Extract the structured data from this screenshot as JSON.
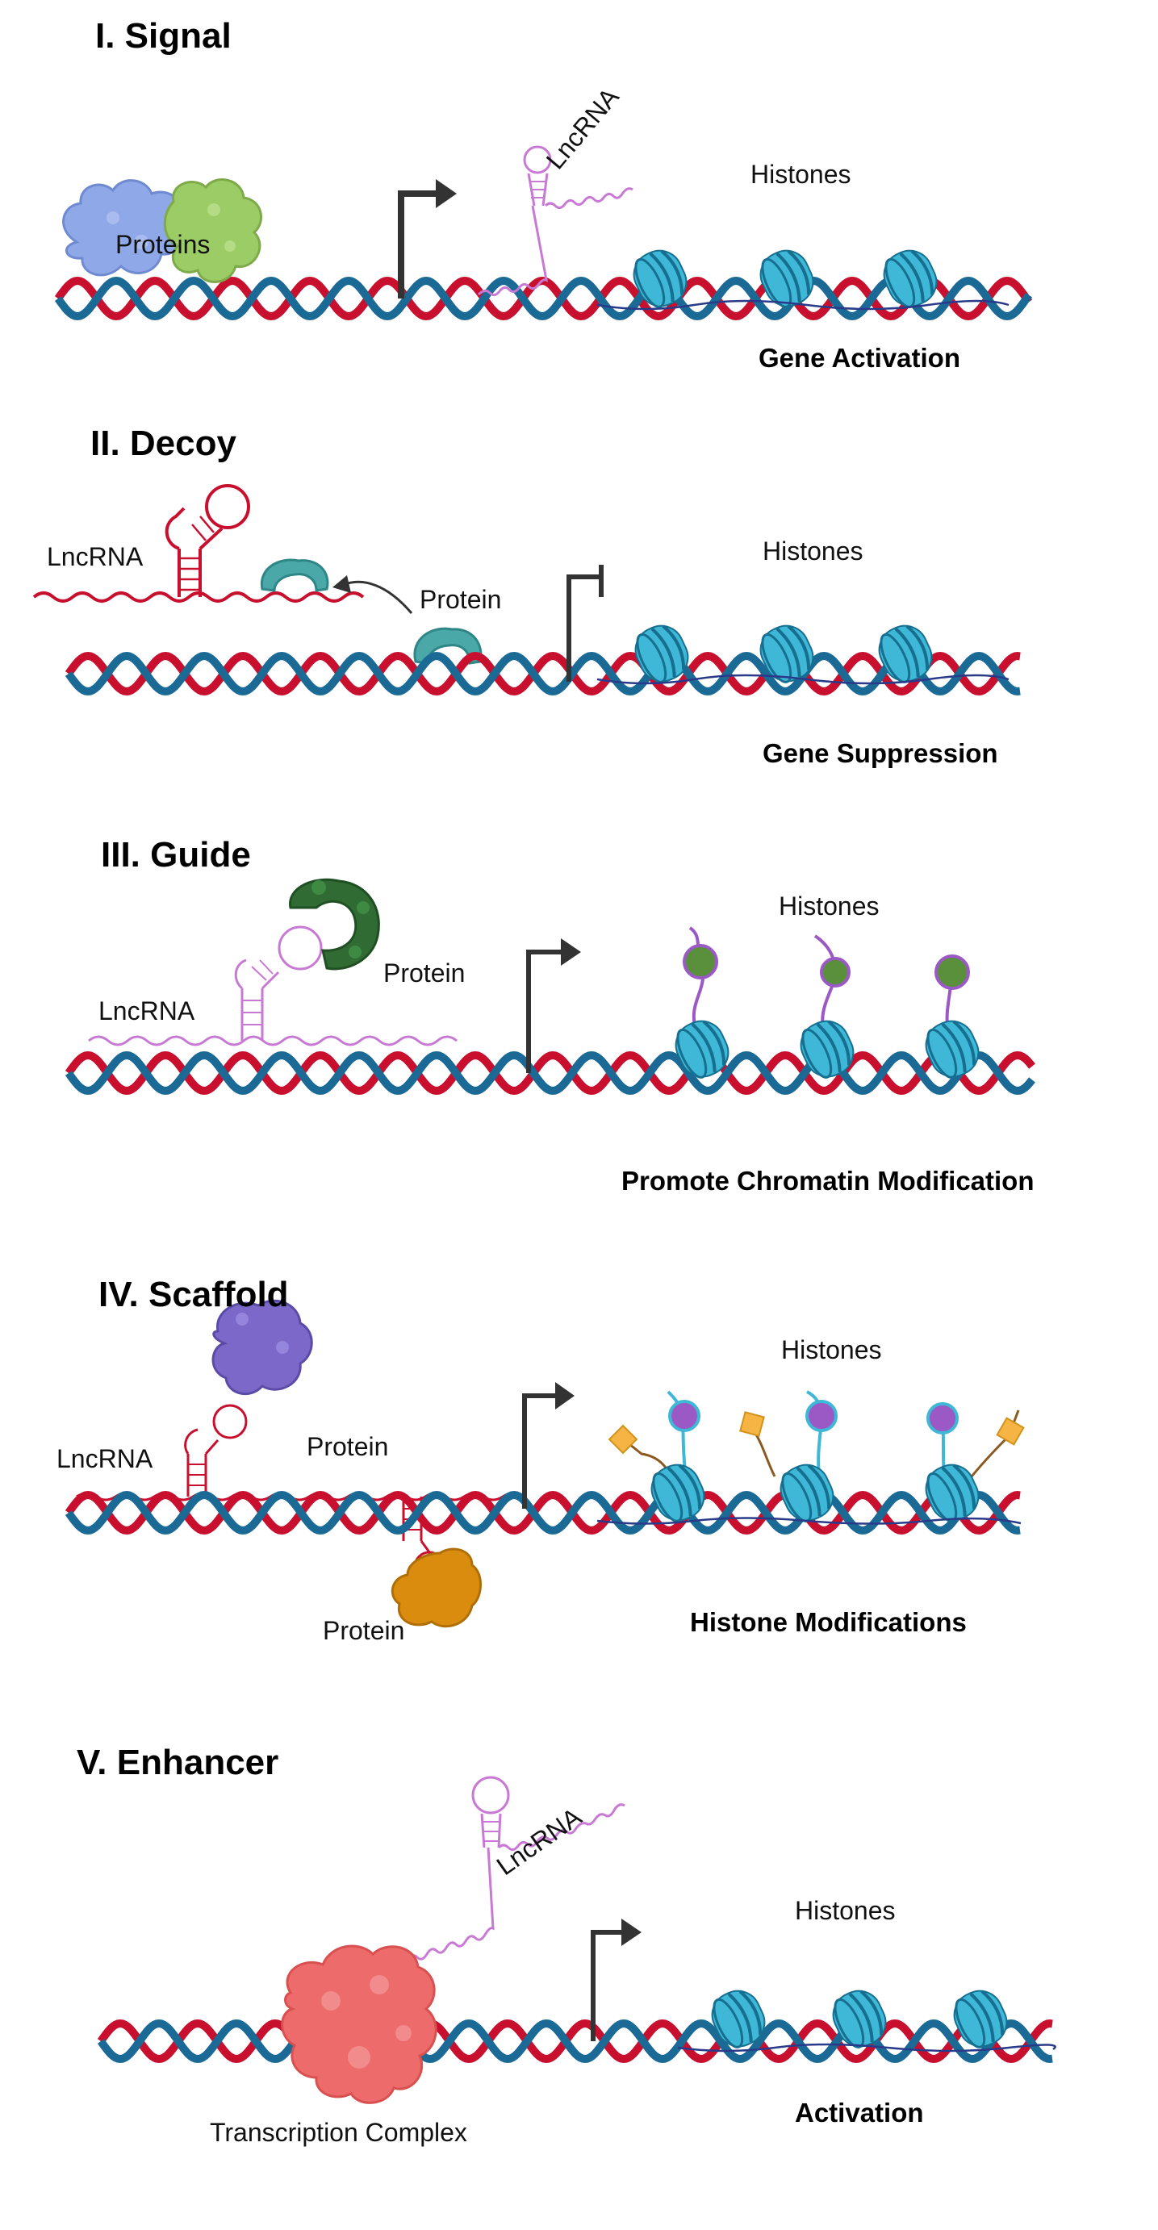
{
  "colors": {
    "dna_strand_a": "#c8102e",
    "dna_strand_b": "#1b6a96",
    "histone": "#3fb7d6",
    "histone_dark": "#166f90",
    "arrow": "#333333",
    "lncrna_signal": "#c879d4",
    "lncrna_decoy": "#c8102e",
    "protein_blue": "#8fa8e8",
    "protein_green": "#9ccc65",
    "protein_teal": "#4aa8a8",
    "protein_darkgreen": "#2f6b32",
    "protein_purple": "#7b68c8",
    "protein_orange": "#d98c0e",
    "complex_red": "#ee6b6b",
    "mark_green": "#5a8f3c",
    "mark_purple": "#9b59c6",
    "mark_yellow": "#f5b443"
  },
  "panels": [
    {
      "title": "I. Signal",
      "protein_label": "Proteins",
      "lncrna_label": "LncRNA",
      "histones_label": "Histones",
      "outcome": "Gene Activation"
    },
    {
      "title": "II. Decoy",
      "lncrna_label": "LncRNA",
      "protein_label": "Protein",
      "histones_label": "Histones",
      "outcome": "Gene Suppression"
    },
    {
      "title": "III. Guide",
      "lncrna_label": "LncRNA",
      "protein_label": "Protein",
      "histones_label": "Histones",
      "outcome": "Promote Chromatin Modification"
    },
    {
      "title": "IV. Scaffold",
      "lncrna_label": "LncRNA",
      "protein_label": "Protein",
      "protein_label_2": "Protein",
      "histones_label": "Histones",
      "outcome": "Histone Modifications"
    },
    {
      "title": "V. Enhancer",
      "lncrna_label": "LncRNA",
      "complex_label": "Transcription Complex",
      "histones_label": "Histones",
      "outcome": "Activation"
    }
  ]
}
